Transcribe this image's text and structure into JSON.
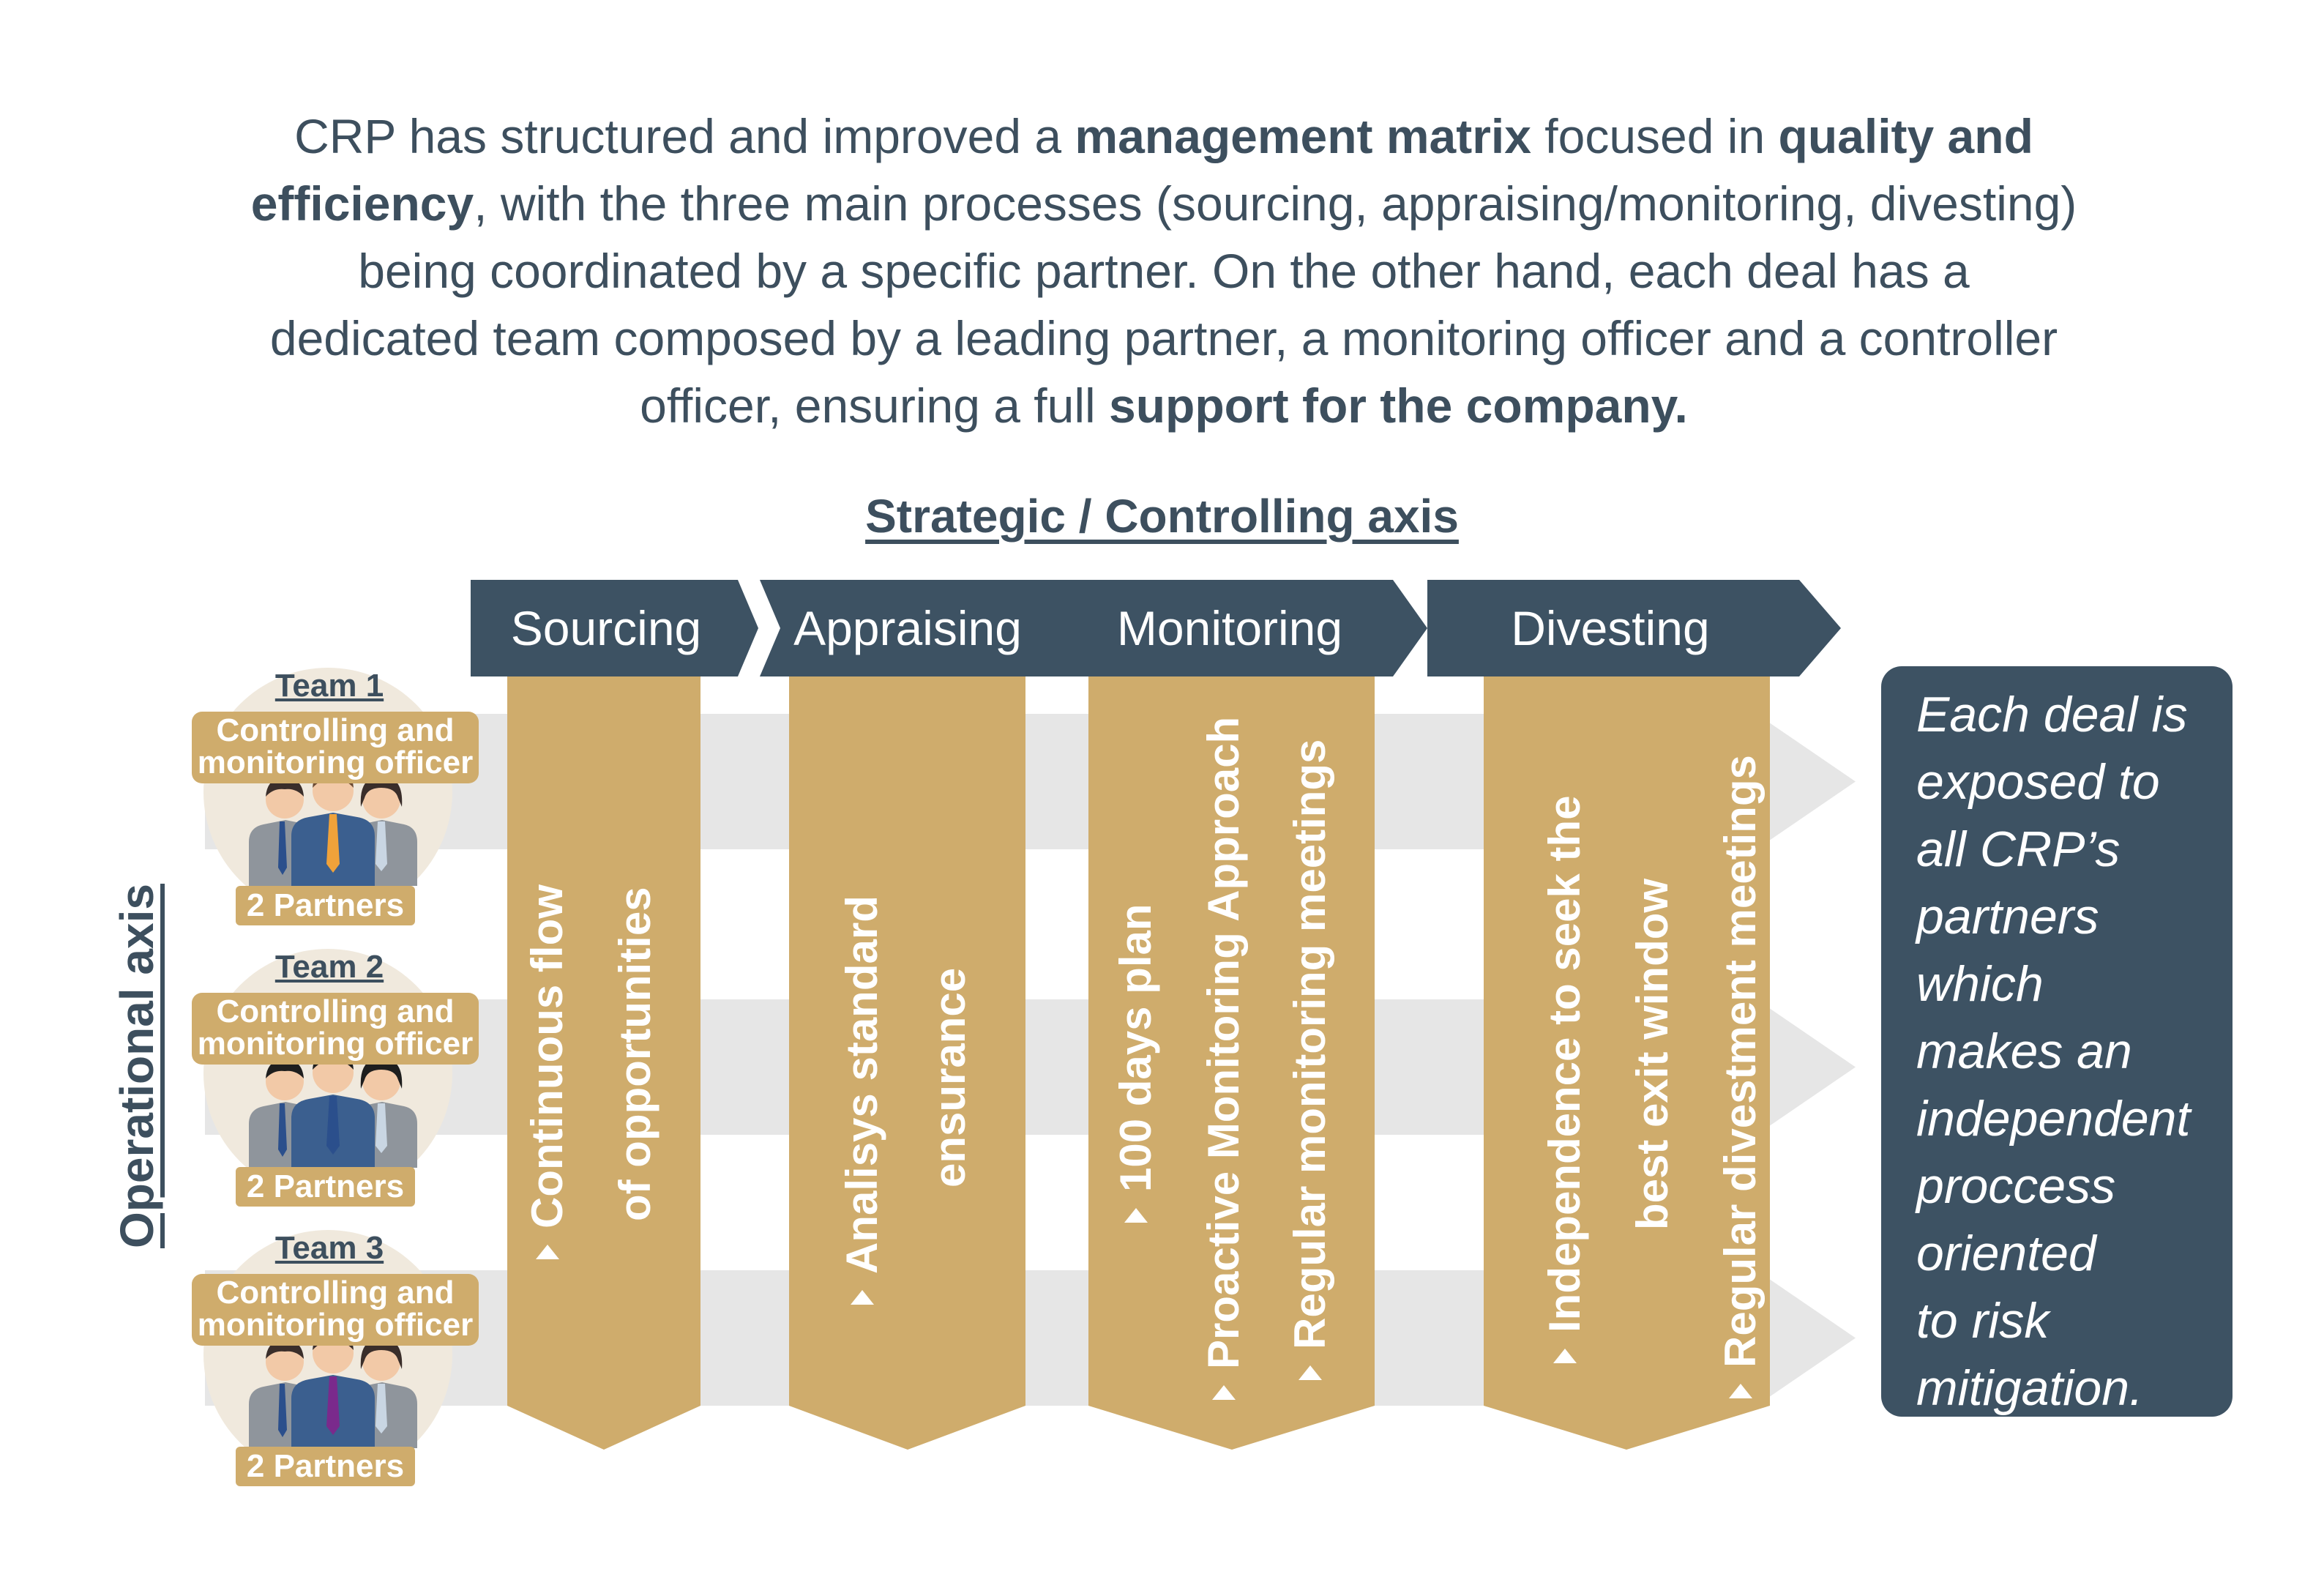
{
  "intro": {
    "p1": "CRP has structured and improved a ",
    "b1": "management matrix",
    "p2": " focused in ",
    "b2": "quality and efficiency",
    "p3": ", with the three main processes (sourcing, appraising/monitoring, divesting) being coordinated by a specific partner. On the other hand, each deal has a dedicated team composed by a leading partner, a monitoring officer and a controller officer, ensuring a full ",
    "b3": "support  for the company."
  },
  "strategic_axis": "Strategic / Controlling axis",
  "operational_axis": "Operational axis",
  "processes": {
    "sourcing": "Sourcing",
    "appraising": "Appraising",
    "monitoring": "Monitoring",
    "divesting": "Divesting"
  },
  "columns": {
    "sourcing": [
      "Continuous flow",
      "of opportunities"
    ],
    "appraising": [
      "Analisys standard",
      "ensurance"
    ],
    "monitoring": [
      "100 days plan",
      "Proactive Monitoring Approach",
      "Regular monitoring meetings"
    ],
    "divesting": [
      "Independence to seek the",
      "best exit window",
      "Regular divestment meetings"
    ]
  },
  "teams": [
    {
      "title": "Team 1",
      "role": "Controlling and monitoring officer",
      "partners": "2 Partners",
      "tie_color": "#f0a23a"
    },
    {
      "title": "Team 2",
      "role": "Controlling and monitoring officer",
      "partners": "2 Partners",
      "tie_color": "#2b4f8c"
    },
    {
      "title": "Team 3",
      "role": "Controlling and monitoring officer",
      "partners": "2 Partners",
      "tie_color": "#7a2a8c"
    }
  ],
  "info_box": "Each deal is\nexposed to\nall CRP’s\npartners\nwhich\nmakes an\nindependent\nproccess\noriented\nto risk\nmitigation.",
  "colors": {
    "navy": "#3d5263",
    "gold": "#cfac6c",
    "band": "#e6e6e6",
    "text": "#3d4f5e"
  }
}
